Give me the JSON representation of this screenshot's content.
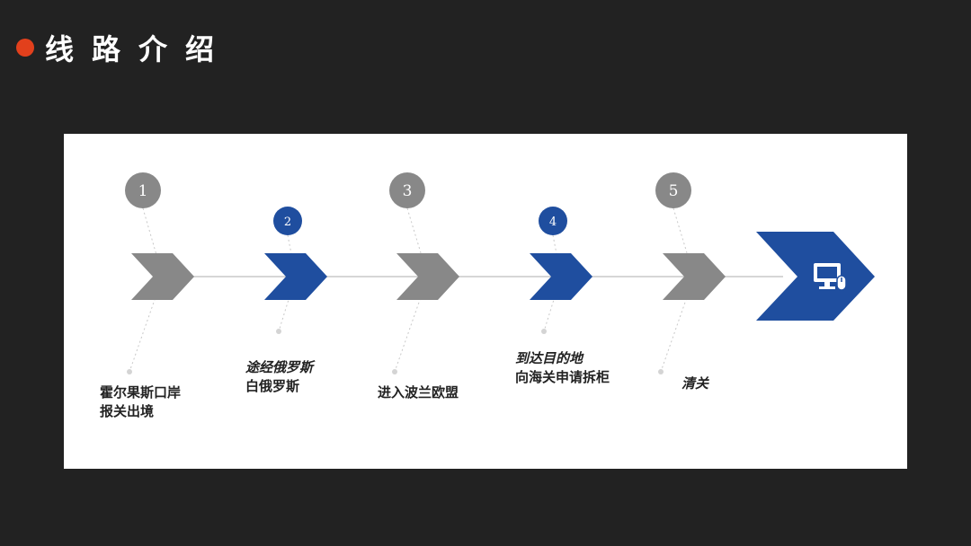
{
  "header": {
    "title": "线路介绍",
    "accent_color": "#e2401c"
  },
  "colors": {
    "gray": "#888888",
    "blue": "#1f4e9f",
    "line": "#c8c8c8",
    "dot": "#d4d4d4"
  },
  "steps": [
    {
      "number": "1",
      "color": "gray",
      "lines": [
        "霍尔果斯口岸",
        "报关出境"
      ]
    },
    {
      "number": "2",
      "color": "blue",
      "lines": [
        "途经俄罗斯",
        "白俄罗斯"
      ]
    },
    {
      "number": "3",
      "color": "gray",
      "lines": [
        "进入波兰欧盟"
      ]
    },
    {
      "number": "4",
      "color": "blue",
      "lines": [
        "到达目的地",
        "向海关申请拆柜"
      ]
    },
    {
      "number": "5",
      "color": "gray",
      "lines": [
        "清关"
      ]
    }
  ],
  "final": {
    "icon": "computer-mouse-icon",
    "color": "blue"
  }
}
